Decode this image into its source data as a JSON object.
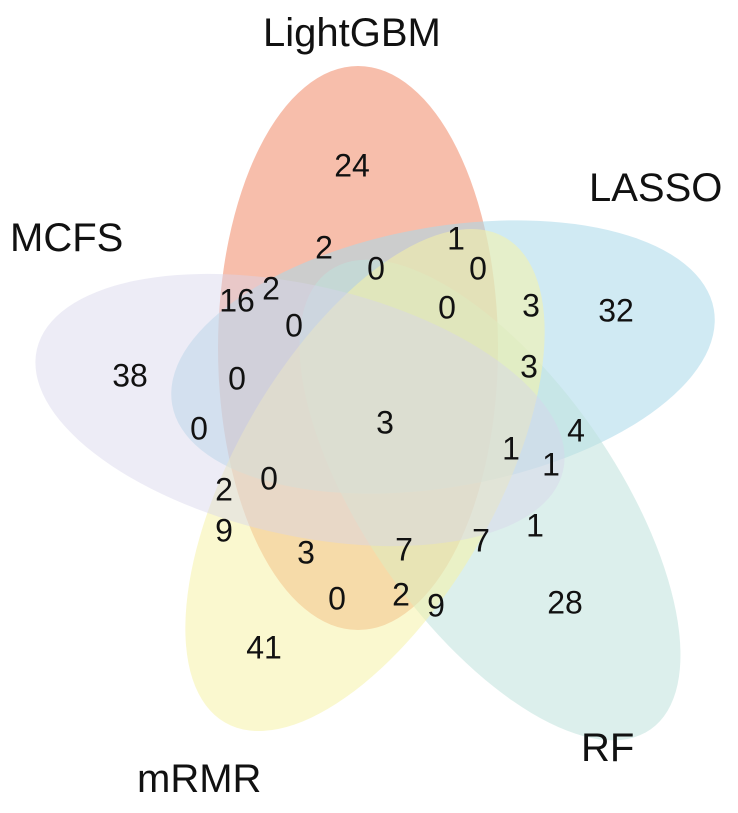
{
  "diagram": {
    "type": "five-set-venn",
    "sets": [
      {
        "key": "lightgbm",
        "label": "LightGBM",
        "color": "#f4a58a"
      },
      {
        "key": "lasso",
        "label": "LASSO",
        "color": "#a9d8ea"
      },
      {
        "key": "rf",
        "label": "RF",
        "color": "#bfe2dc"
      },
      {
        "key": "mrmr",
        "label": "mRMR",
        "color": "#f5f3a8"
      },
      {
        "key": "mcfs",
        "label": "MCFS",
        "color": "#d8d4ea"
      }
    ],
    "counts": [
      "24",
      "32",
      "28",
      "41",
      "38",
      "2",
      "1",
      "0",
      "0",
      "0",
      "3",
      "16",
      "2",
      "0",
      "3",
      "0",
      "3",
      "4",
      "1",
      "1",
      "0",
      "0",
      "2",
      "9",
      "1",
      "3",
      "7",
      "7",
      "0",
      "2",
      "9"
    ]
  }
}
